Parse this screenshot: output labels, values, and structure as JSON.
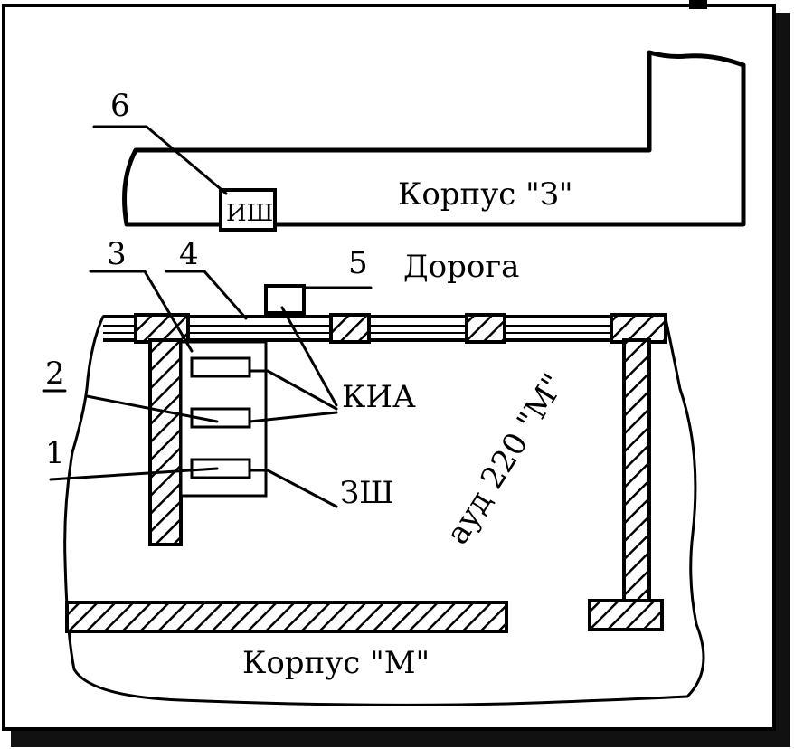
{
  "labels": {
    "building_z": "Корпус \"З\"",
    "building_m": "Корпус \"М\"",
    "road": "Дорога",
    "room": "ауд 220 \"М\"",
    "kia": "КИА",
    "zsh": "ЗШ",
    "ish": "ИШ"
  },
  "callouts": [
    "1",
    "2",
    "3",
    "4",
    "5",
    "6"
  ]
}
